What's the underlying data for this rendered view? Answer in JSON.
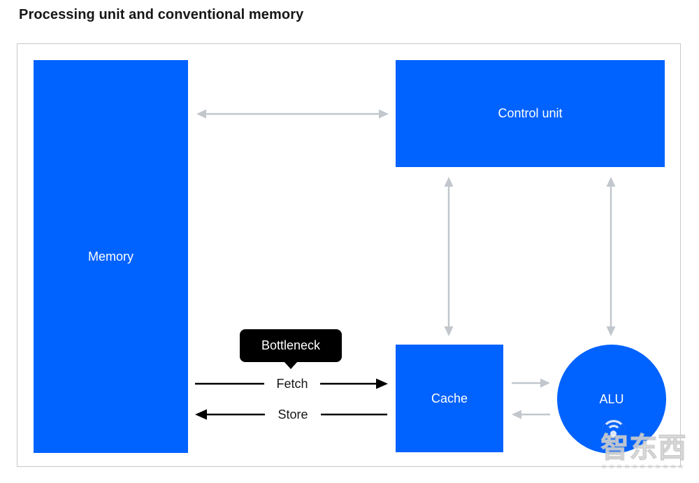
{
  "title": "Processing unit and conventional memory",
  "colors": {
    "primary_blue": "#0062ff",
    "arrow_gray": "#c1c7cd",
    "arrow_black": "#000000",
    "tooltip_bg": "#000000"
  },
  "nodes": {
    "memory": "Memory",
    "control_unit": "Control unit",
    "cache": "Cache",
    "alu": "ALU"
  },
  "labels": {
    "bottleneck": "Bottleneck",
    "fetch": "Fetch",
    "store": "Store"
  },
  "watermark": {
    "text": "智东西"
  }
}
